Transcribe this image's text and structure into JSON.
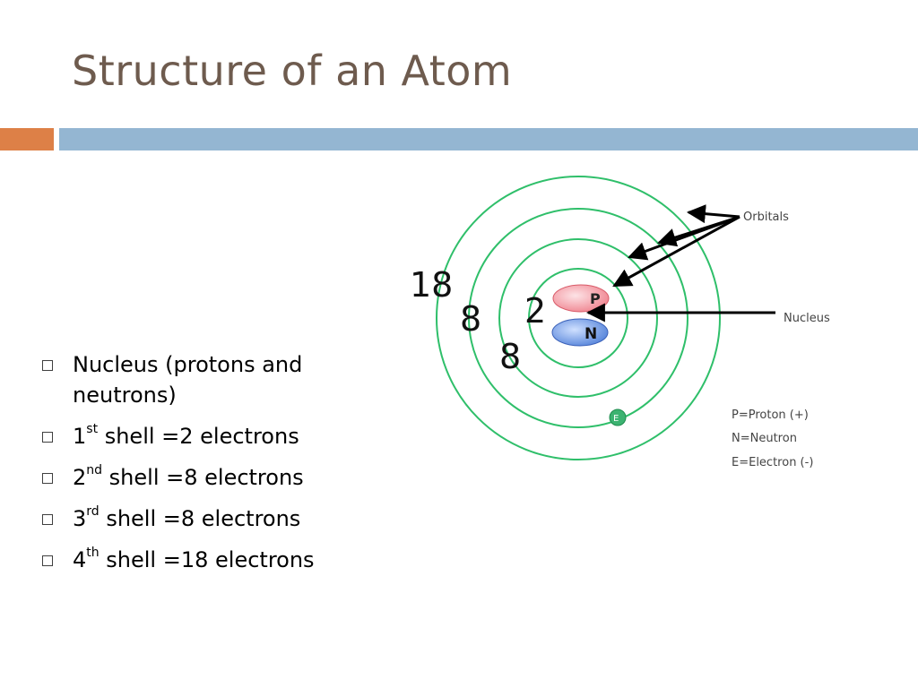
{
  "slide": {
    "title": "Structure of an Atom"
  },
  "bullets": [
    {
      "prefix": "Nucleus (protons and neutrons)",
      "sup": "",
      "rest": ""
    },
    {
      "prefix": "1",
      "sup": "st",
      "rest": " shell =2 electrons"
    },
    {
      "prefix": "2",
      "sup": "nd",
      "rest": " shell =8 electrons"
    },
    {
      "prefix": "3",
      "sup": "rd",
      "rest": " shell =8 electrons"
    },
    {
      "prefix": "4",
      "sup": "th",
      "rest": " shell =18 electrons"
    }
  ],
  "diagram": {
    "shell_counts": [
      "2",
      "8",
      "8",
      "18"
    ],
    "proton_symbol": "P",
    "neutron_symbol": "N",
    "electron_symbol": "E",
    "orbitals_label": "Orbitals",
    "nucleus_label": "Nucleus",
    "legend": [
      "P=Proton (+)",
      "N=Neutron",
      "E=Electron (-)"
    ]
  },
  "colors": {
    "title": "#6e5b4e",
    "accent_orange": "#dd8047",
    "accent_blue": "#94b6d2",
    "orbit": "#2fbf6a",
    "proton": "#f08a94",
    "neutron": "#5f8fe0",
    "electron": "#3cb371"
  }
}
